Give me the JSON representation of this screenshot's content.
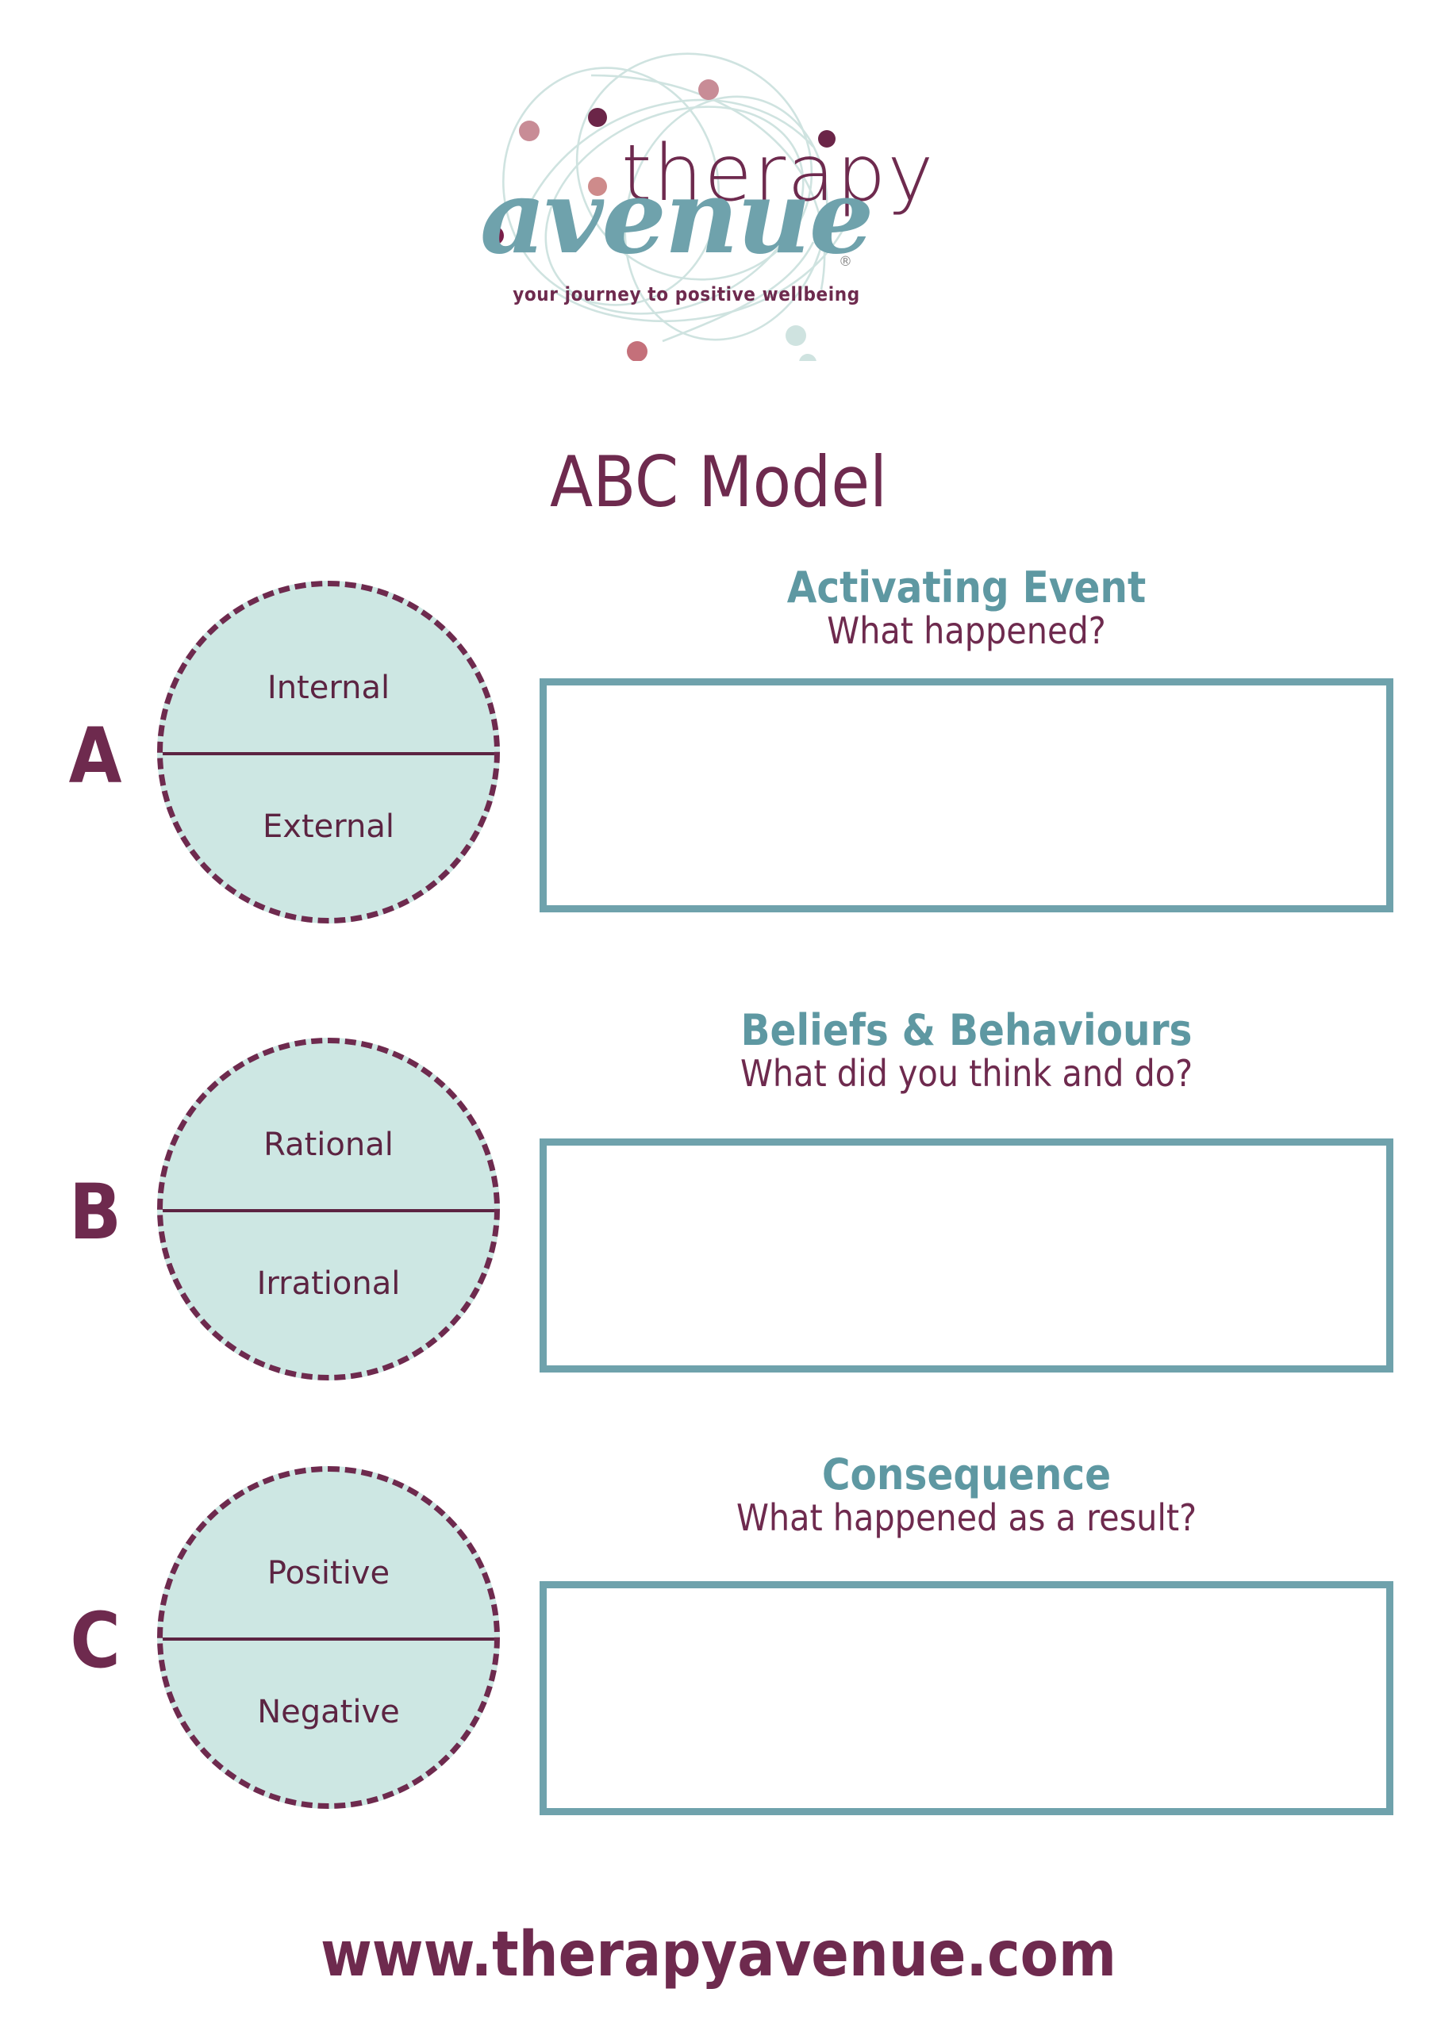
{
  "brand": {
    "logo": {
      "word_top": "therapy",
      "word_bottom": "avenue",
      "registered_mark": "®",
      "tagline": "your journey to positive wellbeing",
      "colors": {
        "plum": "#6E2A4E",
        "teal": "#6FA2AC",
        "mint": "#CDE7E3",
        "rose": "#C88C96",
        "dark_plum": "#6B2548"
      }
    }
  },
  "page_title": "ABC Model",
  "sections": [
    {
      "letter": "A",
      "circle": {
        "top_label": "Internal",
        "bottom_label": "External"
      },
      "title": "Activating Event",
      "subtitle": "What happened?",
      "answer": ""
    },
    {
      "letter": "B",
      "circle": {
        "top_label": "Rational",
        "bottom_label": "Irrational"
      },
      "title": "Beliefs & Behaviours",
      "subtitle": "What did you think and do?",
      "answer": ""
    },
    {
      "letter": "C",
      "circle": {
        "top_label": "Positive",
        "bottom_label": "Negative"
      },
      "title": "Consequence",
      "subtitle": "What happened as a result?",
      "answer": ""
    }
  ],
  "footer": {
    "website": "www.therapyavenue.com"
  }
}
